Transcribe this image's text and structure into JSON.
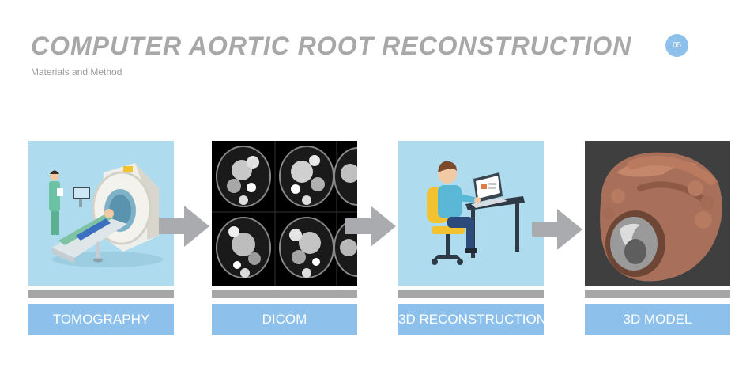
{
  "header": {
    "title": "COMPUTER AORTIC ROOT RECONSTRUCTION",
    "subtitle": "Materials and Method",
    "page_number": "05"
  },
  "colors": {
    "accent": "#8ec0ec",
    "title_gray": "#a8a8a8",
    "bar_gray": "#a6a6a6",
    "panel_bg": "#aedcee",
    "arrow_gray": "#a9abae"
  },
  "steps": [
    {
      "label": "TOMOGRAPHY",
      "icon": "ct-scanner-illustration"
    },
    {
      "label": "DICOM",
      "icon": "ct-slices-image"
    },
    {
      "label": "3D RECONSTRUCTION",
      "icon": "person-at-computer-illustration"
    },
    {
      "label": "3D MODEL",
      "icon": "aortic-root-3d-model"
    }
  ]
}
